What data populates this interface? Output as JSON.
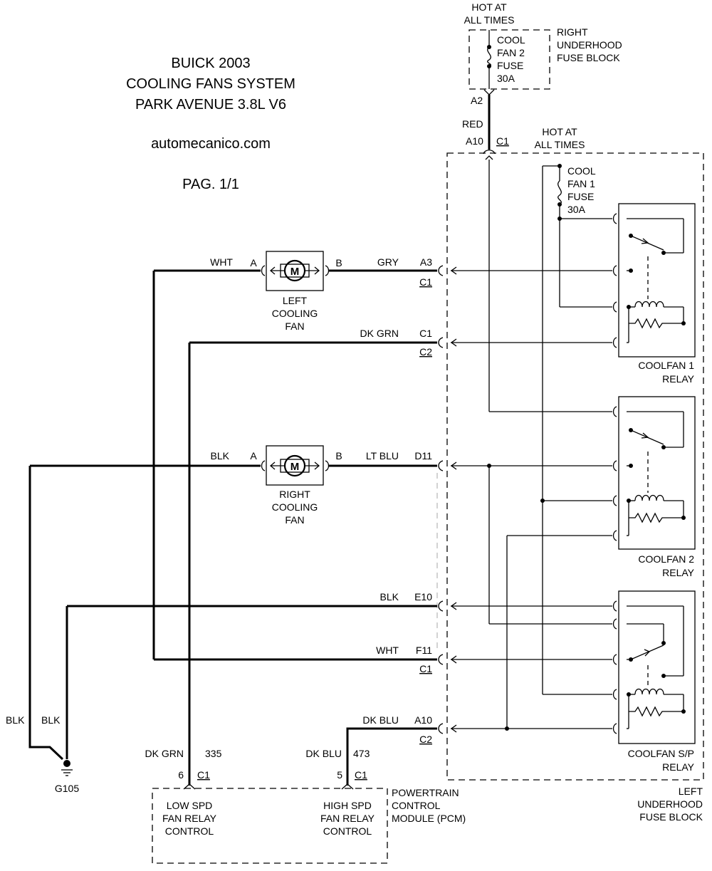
{
  "title": {
    "line1": "BUICK 2003",
    "line2": "COOLING FANS SYSTEM",
    "line3": "PARK AVENUE 3.8L V6",
    "website": "automecanico.com",
    "page": "PAG. 1/1"
  },
  "right_fuse_block": {
    "hot": [
      "HOT AT",
      "ALL TIMES"
    ],
    "fuse": [
      "COOL",
      "FAN 2",
      "FUSE",
      "30A"
    ],
    "name": [
      "RIGHT",
      "UNDERHOOD",
      "FUSE BLOCK"
    ],
    "pin": "A2"
  },
  "left_fuse_block": {
    "hot": [
      "HOT AT",
      "ALL TIMES"
    ],
    "fuse": [
      "COOL",
      "FAN 1",
      "FUSE",
      "30A"
    ],
    "name": [
      "LEFT",
      "UNDERHOOD",
      "FUSE BLOCK"
    ],
    "feed_wire": "RED",
    "feed_pin": "A10",
    "feed_conn": "C1"
  },
  "relays": [
    [
      "COOLFAN 1",
      "RELAY"
    ],
    [
      "COOLFAN 2",
      "RELAY"
    ],
    [
      "COOLFAN S/P",
      "RELAY"
    ]
  ],
  "left_fan": {
    "name": [
      "LEFT",
      "COOLING",
      "FAN"
    ],
    "motor": "M",
    "pin_a": "A",
    "pin_b": "B",
    "wire_a": "WHT",
    "wire_b": "GRY",
    "fb_pin": "A3",
    "fb_conn": "C1"
  },
  "right_fan": {
    "name": [
      "RIGHT",
      "COOLING",
      "FAN"
    ],
    "motor": "M",
    "pin_a": "A",
    "pin_b": "B",
    "wire_a": "BLK",
    "wire_b": "LT BLU",
    "fb_pin": "D11"
  },
  "wires": {
    "dkgrn": {
      "color": "DK GRN",
      "pin": "C1",
      "conn": "C2"
    },
    "blk_e10": {
      "color": "BLK",
      "pin": "E10"
    },
    "wht_f11": {
      "color": "WHT",
      "pin": "F11",
      "conn": "C1"
    },
    "dkblu": {
      "color": "DK BLU",
      "pin": "A10",
      "conn": "C2"
    }
  },
  "ground": {
    "name": "G105",
    "wire1": "BLK",
    "wire2": "BLK"
  },
  "pcm": {
    "name": [
      "POWERTRAIN",
      "CONTROL",
      "MODULE (PCM)"
    ],
    "low": {
      "wire": "DK GRN",
      "circuit": "335",
      "pin": "6",
      "conn": "C1",
      "label": [
        "LOW SPD",
        "FAN RELAY",
        "CONTROL"
      ]
    },
    "high": {
      "wire": "DK BLU",
      "circuit": "473",
      "pin": "5",
      "conn": "C1",
      "label": [
        "HIGH SPD",
        "FAN RELAY",
        "CONTROL"
      ]
    }
  }
}
